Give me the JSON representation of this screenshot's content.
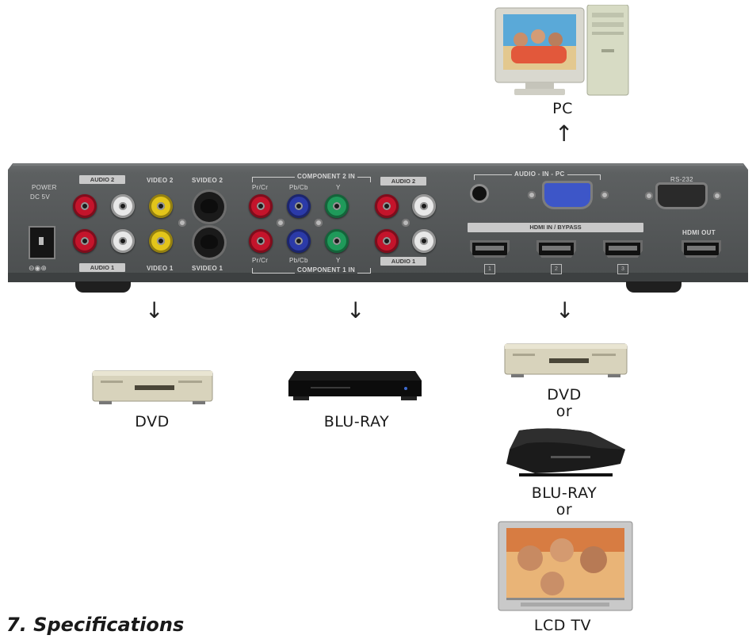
{
  "labels": {
    "pc": "PC",
    "dvd_left": "DVD",
    "bluray_center": "BLU-RAY",
    "dvd_right": "DVD",
    "or_1": "or",
    "bluray_right": "BLU-RAY",
    "or_2": "or",
    "lcd_tv": "LCD TV",
    "section_heading": "7. Specifications"
  },
  "panel": {
    "power": "POWER",
    "dc": "DC 5V",
    "audio2_left": "AUDIO 2",
    "audio1_left": "AUDIO 1",
    "video2": "VIDEO 2",
    "video1": "VIDEO 1",
    "svideo2": "SVIDEO 2",
    "svideo1": "SVIDEO 1",
    "component2": "COMPONENT 2 IN",
    "component1": "COMPONENT 1 IN",
    "pr_top": "Pr/Cr",
    "pb_top": "Pb/Cb",
    "y_top": "Y",
    "pr_bottom": "Pr/Cr",
    "pb_bottom": "Pb/Cb",
    "y_bottom": "Y",
    "audio2_right": "AUDIO 2",
    "audio1_right": "AUDIO 1",
    "audio_in_pc": "AUDIO - IN - PC",
    "rs232": "RS-232",
    "hdmi_in": "HDMI IN / BYPASS",
    "hdmi_out": "HDMI OUT",
    "hdmi_num_1": "1",
    "hdmi_num_2": "2",
    "hdmi_num_3": "3"
  },
  "arrows": {
    "up": "↑",
    "down": "↓"
  },
  "colors": {
    "panel": "#56595a",
    "rca_red": "#c4142b",
    "rca_white": "#e8e8e8",
    "rca_yellow": "#e3c51a",
    "rca_green": "#1f9a5a",
    "rca_blue": "#2b3aa8",
    "vga_blue": "#3d56c8"
  }
}
